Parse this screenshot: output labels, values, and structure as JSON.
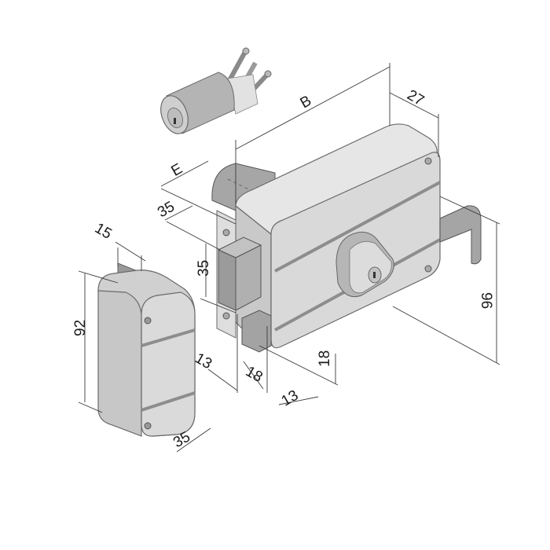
{
  "diagram": {
    "subject": "Rim lock with cylinder, keeper and dimensions",
    "colors": {
      "background": "#ffffff",
      "body_fill": "#d9d9d9",
      "body_light": "#e4e4e4",
      "body_dark": "#a9a9a9",
      "shadow": "#8e8e8e",
      "outline": "#6a6a6a",
      "dimension_line": "#3a3a3a",
      "text": "#1a1a1a"
    },
    "components": [
      {
        "id": "cylinder",
        "label": "Cylinder with fixing screws"
      },
      {
        "id": "lock-body",
        "label": "Rim lock body"
      },
      {
        "id": "keeper",
        "label": "Keeper box"
      },
      {
        "id": "bolt",
        "label": "Lock bolt"
      },
      {
        "id": "pull-handle",
        "label": "Hook handle"
      },
      {
        "id": "key-housing",
        "label": "Key cylinder housing"
      }
    ],
    "dimensions": {
      "b": "B",
      "depth": "27",
      "e": "E",
      "backset_top": "35",
      "bolt_height": "35",
      "keeper_depth": "15",
      "keeper_height": "92",
      "keeper_width": "35",
      "offset_left": "13",
      "bolt_width": "18",
      "offset_right": "13",
      "base_height": "18",
      "body_height": "96"
    }
  }
}
